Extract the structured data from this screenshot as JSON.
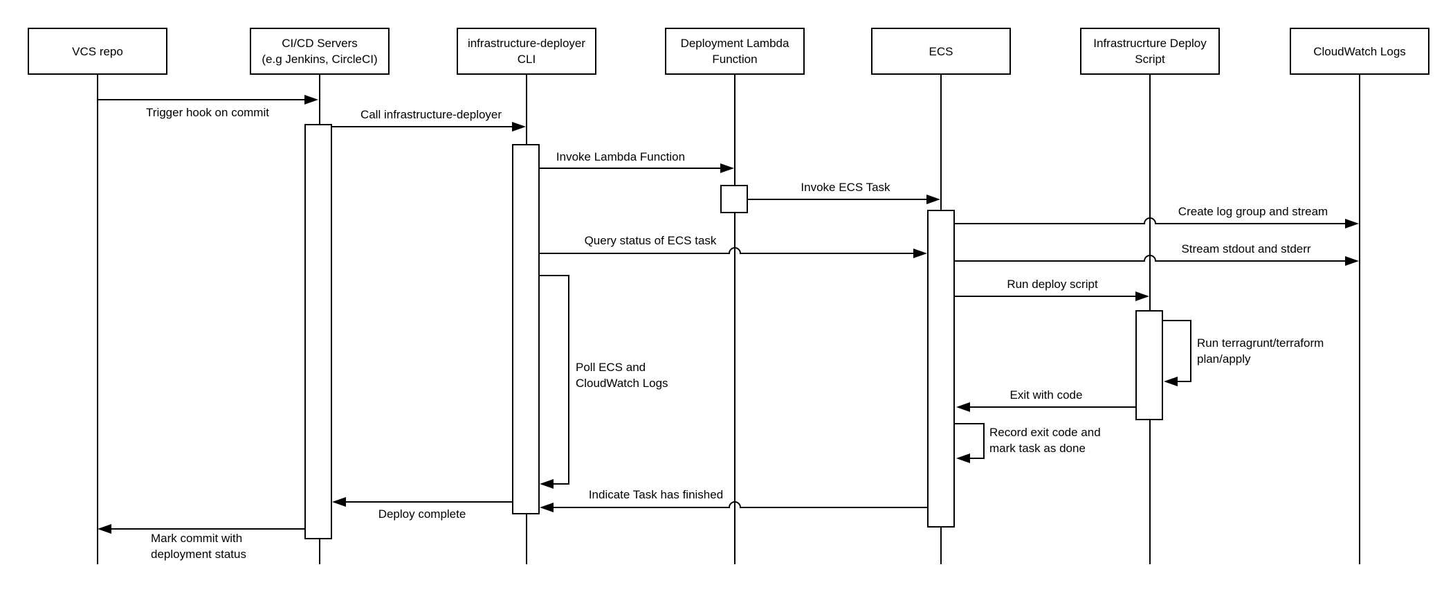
{
  "diagram": {
    "type": "uml-sequence-diagram",
    "background_color": "#ffffff",
    "line_color": "#000000",
    "participants": [
      {
        "id": "vcs-repo",
        "label": "VCS repo"
      },
      {
        "id": "cicd-servers",
        "label": "CI/CD Servers\n(e.g Jenkins, CircleCI)"
      },
      {
        "id": "infrastructure-deployer-cli",
        "label": "infrastructure-deployer\nCLI"
      },
      {
        "id": "deployment-lambda-function",
        "label": "Deployment Lambda\nFunction"
      },
      {
        "id": "ecs",
        "label": "ECS"
      },
      {
        "id": "infrastructure-deploy-script",
        "label": "Infrastrucrture Deploy\nScript"
      },
      {
        "id": "cloudwatch-logs",
        "label": "CloudWatch Logs"
      }
    ],
    "messages": [
      {
        "id": "trigger-hook",
        "label": "Trigger hook on commit",
        "from": "vcs-repo",
        "to": "cicd-servers"
      },
      {
        "id": "call-deployer",
        "label": "Call infrastructure-deployer",
        "from": "cicd-servers",
        "to": "infrastructure-deployer-cli"
      },
      {
        "id": "invoke-lambda",
        "label": "Invoke Lambda Function",
        "from": "infrastructure-deployer-cli",
        "to": "deployment-lambda-function"
      },
      {
        "id": "invoke-ecs-task",
        "label": "Invoke ECS Task",
        "from": "deployment-lambda-function",
        "to": "ecs"
      },
      {
        "id": "create-log-group",
        "label": "Create log group and stream",
        "from": "ecs",
        "to": "cloudwatch-logs"
      },
      {
        "id": "query-status",
        "label": "Query status of ECS task",
        "from": "infrastructure-deployer-cli",
        "to": "ecs"
      },
      {
        "id": "stream-stdout",
        "label": "Stream stdout and stderr",
        "from": "ecs",
        "to": "cloudwatch-logs"
      },
      {
        "id": "run-deploy-script",
        "label": "Run deploy script",
        "from": "ecs",
        "to": "infrastructure-deploy-script"
      },
      {
        "id": "run-terragrunt",
        "label": "Run terragrunt/terraform\nplan/apply",
        "from": "infrastructure-deploy-script",
        "to": "infrastructure-deploy-script"
      },
      {
        "id": "exit-with-code",
        "label": "Exit with code",
        "from": "infrastructure-deploy-script",
        "to": "ecs"
      },
      {
        "id": "record-exit-code",
        "label": "Record exit code and\nmark task as done",
        "from": "ecs",
        "to": "ecs"
      },
      {
        "id": "poll-ecs",
        "label": "Poll ECS and\nCloudWatch Logs",
        "from": "infrastructure-deployer-cli",
        "to": "infrastructure-deployer-cli"
      },
      {
        "id": "indicate-finished",
        "label": "Indicate Task has finished",
        "from": "ecs",
        "to": "infrastructure-deployer-cli"
      },
      {
        "id": "deploy-complete",
        "label": "Deploy complete",
        "from": "infrastructure-deployer-cli",
        "to": "cicd-servers"
      },
      {
        "id": "mark-commit",
        "label": "Mark commit with\ndeployment status",
        "from": "cicd-servers",
        "to": "vcs-repo"
      }
    ]
  }
}
